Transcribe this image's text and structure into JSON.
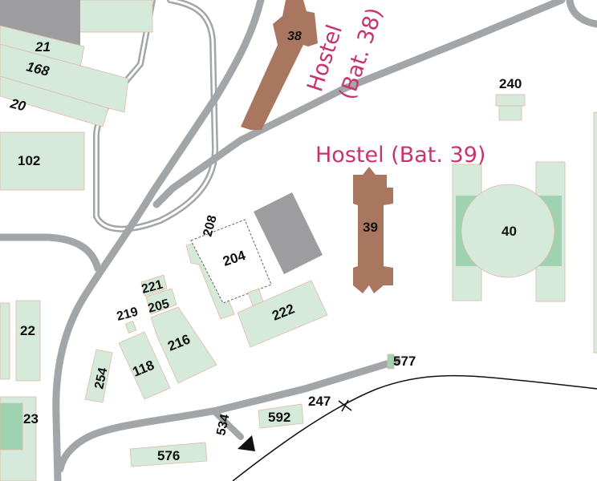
{
  "colors": {
    "building": "#d5eadb",
    "building_edge": "#e2b8a4",
    "building_dark": "#9fd2b0",
    "hostel_building": "#a97760",
    "hostel_text": "#c8336f",
    "road": "#a3a6a8",
    "road_inner": "#ffffff",
    "grey_block": "#9d9d9f",
    "rail": "#111111"
  },
  "buildings": {
    "b21": "21",
    "b168": "168",
    "b20": "20",
    "b102": "102",
    "b38": "38",
    "b39": "39",
    "b40": "40",
    "b240": "240",
    "b208": "208",
    "b204": "204",
    "b222": "222",
    "b221": "221",
    "b219": "219",
    "b205": "205",
    "b216": "216",
    "b118": "118",
    "b254": "254",
    "b22": "22",
    "b23": "23",
    "b577": "577",
    "b247": "247",
    "b534": "534",
    "b592": "592",
    "b576": "576"
  },
  "hostels": {
    "h38_line1": "Hostel",
    "h38_line2": "(Bat. 38)",
    "h39": "Hostel (Bat. 39)"
  },
  "icons": {
    "arrow": "triangle-arrow-icon",
    "crossing": "railway-crossing-icon"
  }
}
